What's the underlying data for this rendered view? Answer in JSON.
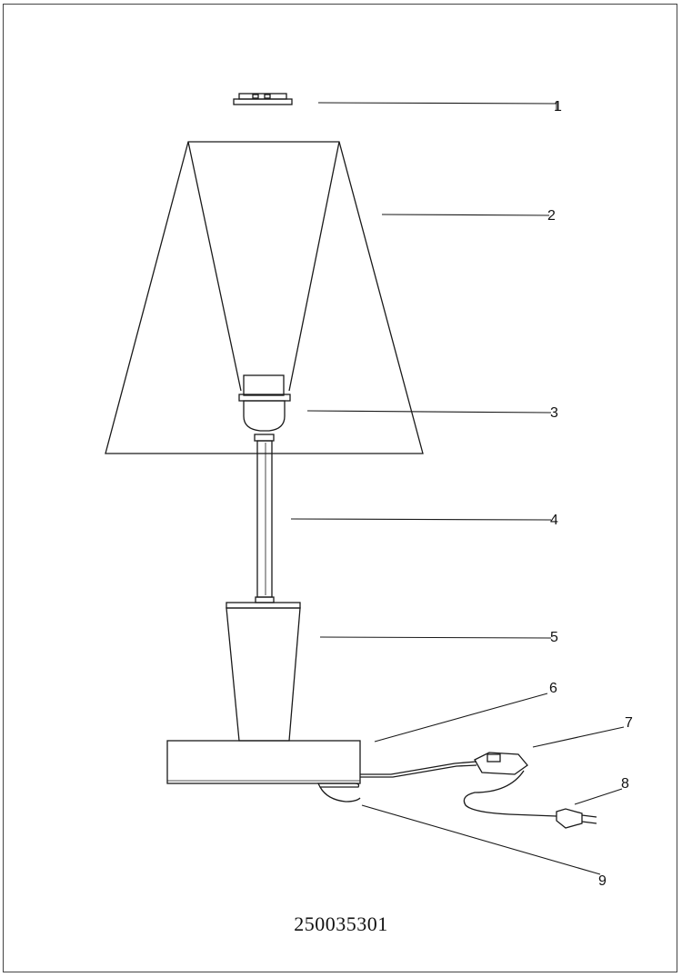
{
  "diagram": {
    "callouts": [
      "1",
      "2",
      "3",
      "4",
      "5",
      "6",
      "7",
      "8",
      "9"
    ],
    "part_code": "250035301",
    "colors": {
      "line": "#1a1a1a",
      "frame": "#444444",
      "background": "#ffffff"
    }
  }
}
